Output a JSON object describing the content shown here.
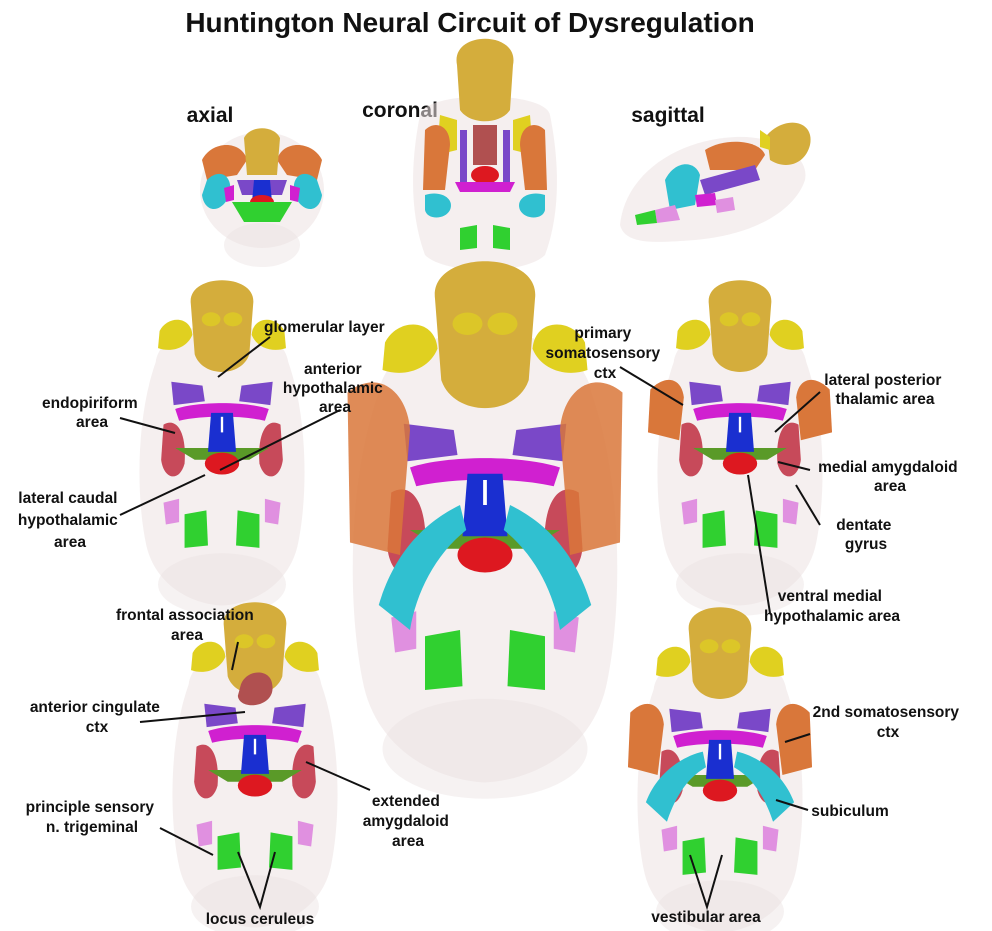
{
  "title": "Huntington Neural Circuit of Dysregulation",
  "views": {
    "axial": "axial",
    "coronal": "coronal",
    "sagittal": "sagittal"
  },
  "labels": {
    "glomerular_layer": [
      "glomerular layer"
    ],
    "endopiriform_area": [
      "endopiriform",
      "area"
    ],
    "anterior_hypothalamic_area": [
      "anterior",
      "hypothalamic",
      "area"
    ],
    "lateral_caudal_hypothalamic_area": [
      "lateral caudal",
      "hypothalamic",
      "area"
    ],
    "primary_somatosensory_ctx": [
      "primary",
      "somatosensory",
      "ctx"
    ],
    "lateral_posterior_thalamic_area": [
      "lateral posterior",
      "thalamic area"
    ],
    "medial_amygdaloid_area": [
      "medial amygdaloid",
      "area"
    ],
    "dentate_gyrus": [
      "dentate",
      "gyrus"
    ],
    "ventral_medial_hypothalamic_area": [
      "ventral medial",
      "hypothalamic area"
    ],
    "frontal_association_area": [
      "frontal association",
      "area"
    ],
    "anterior_cingulate_ctx": [
      "anterior cingulate",
      "ctx"
    ],
    "second_somatosensory_ctx": [
      "2nd somatosensory",
      "ctx"
    ],
    "principle_sensory_n_trigeminal": [
      "principle sensory",
      "n. trigeminal"
    ],
    "extended_amygdaloid_area": [
      "extended",
      "amygdaloid",
      "area"
    ],
    "subiculum": [
      "subiculum"
    ],
    "locus_ceruleus": [
      "locus ceruleus"
    ],
    "vestibular_area": [
      "vestibular area"
    ]
  },
  "colors": {
    "olfactory": "#d4ad3c",
    "frontal_association": "#e0d020",
    "somatosensory": "#d9773a",
    "endopiriform": "#7a48c8",
    "magenta": "#d020d0",
    "dentate": "#c74a5a",
    "anterior_hypothalamic": "#1a2fd0",
    "lateral_caudal": "#dd1820",
    "amygdala": "#5a9a28",
    "subiculum": "#30c0d0",
    "vestibular": "#30d030",
    "trigeminal": "#e090e0",
    "locus": "#c03060",
    "cingulate": "#b05050",
    "brain": "#ece2e2"
  }
}
